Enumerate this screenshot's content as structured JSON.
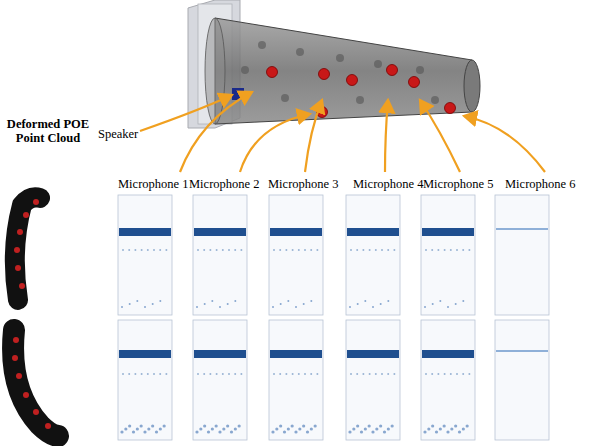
{
  "diagram": {
    "labels": [
      "Speaker",
      "Microphone 1",
      "Microphone 2",
      "Microphone 3",
      "Microphone 4",
      "Microphone 5",
      "Microphone 6",
      "Deformed POE Point Cloud"
    ]
  }
}
